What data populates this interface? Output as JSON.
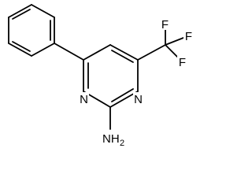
{
  "molecule": {
    "atoms": {
      "n_left": "N",
      "n_right": "N",
      "amine": "NH",
      "amine_subscript": "2",
      "f_top": "F",
      "f_right": "F",
      "f_bottom": "F"
    },
    "colors": {
      "bond": "#000000",
      "text": "#000000",
      "background": "#ffffff"
    }
  }
}
